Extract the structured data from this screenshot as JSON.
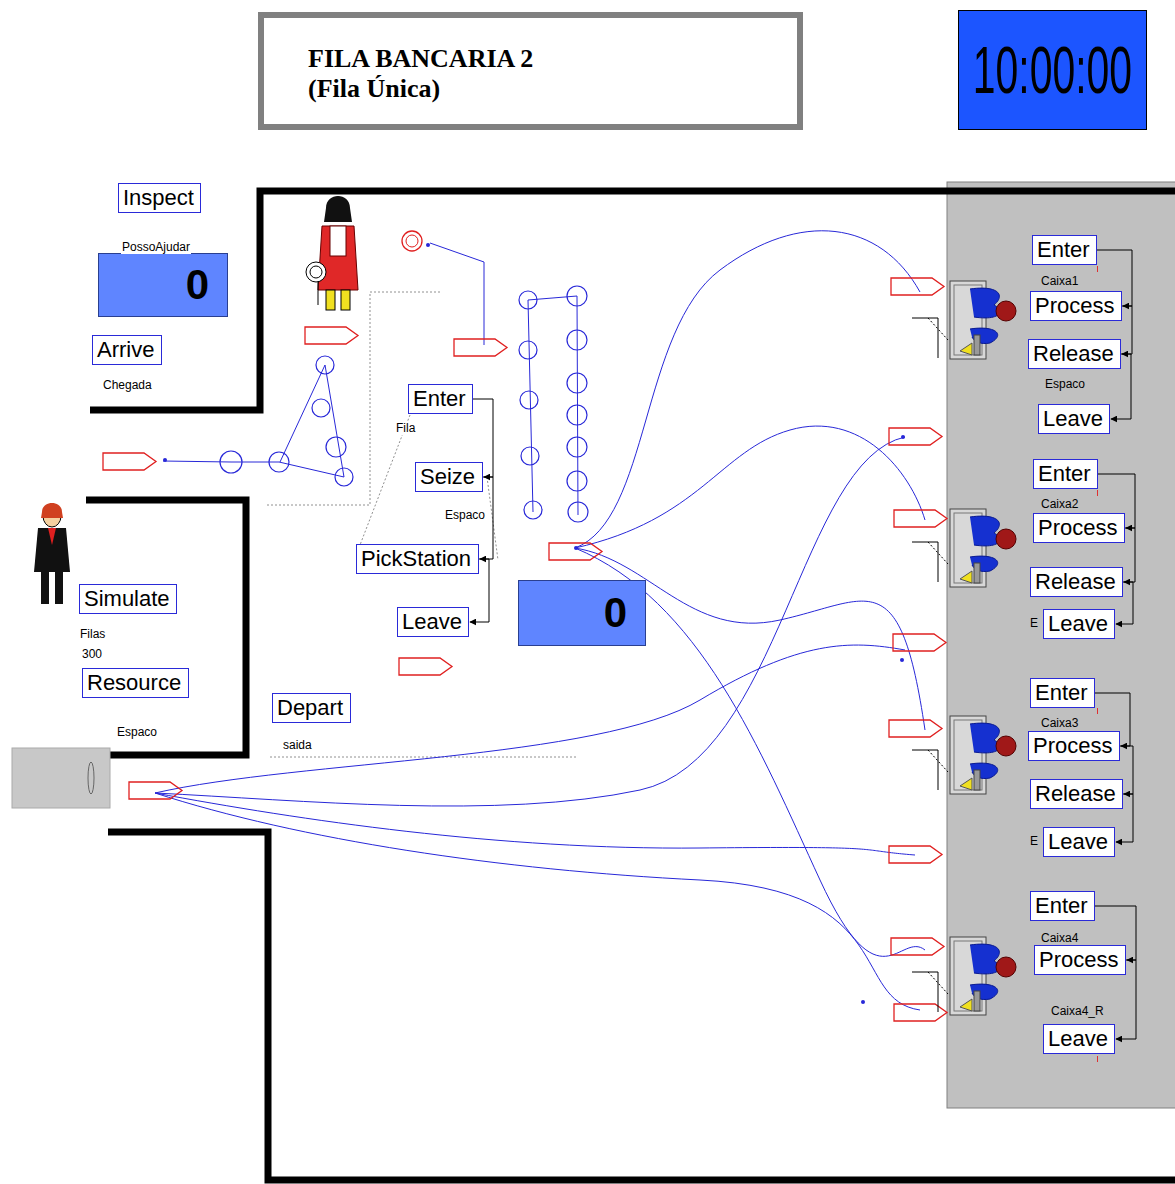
{
  "diagram": {
    "title": "FILA BANCARIA 2 (Fila Única)",
    "nodes": [
      {
        "text": [
          "10:00:00"
        ]
      },
      {
        "text": [
          "Inspect"
        ]
      },
      {
        "text": [
          "0"
        ]
      },
      {
        "text": [
          "Arrive"
        ]
      },
      {
        "text": [
          "Enter"
        ]
      },
      {
        "text": [
          "Seize"
        ]
      },
      {
        "text": [
          "PickStation"
        ]
      },
      {
        "text": [
          "0"
        ]
      },
      {
        "text": [
          "Leave"
        ]
      },
      {
        "text": [
          "Simulate"
        ]
      },
      {
        "text": [
          "Resource"
        ]
      },
      {
        "text": [
          "Depart"
        ]
      },
      {
        "text": [
          "Enter"
        ]
      },
      {
        "text": [
          "Process"
        ]
      },
      {
        "text": [
          "Release"
        ]
      },
      {
        "text": [
          "Leave"
        ]
      },
      {
        "text": [
          "Enter"
        ]
      },
      {
        "text": [
          "Process"
        ]
      },
      {
        "text": [
          "Release"
        ]
      },
      {
        "text": [
          "Leave"
        ]
      },
      {
        "text": [
          "Enter"
        ]
      },
      {
        "text": [
          "Process"
        ]
      },
      {
        "text": [
          "Release"
        ]
      },
      {
        "text": [
          "Leave"
        ]
      },
      {
        "text": [
          "Enter"
        ]
      },
      {
        "text": [
          "Process"
        ]
      },
      {
        "text": [
          "Leave"
        ]
      }
    ],
    "edges": [
      {
        "from": 4,
        "to": 5,
        "arrow": "to"
      },
      {
        "from": 5,
        "to": 6,
        "arrow": "to"
      },
      {
        "from": 6,
        "to": 8,
        "arrow": "to"
      },
      {
        "from": 12,
        "to": 13,
        "arrow": "to"
      },
      {
        "from": 13,
        "to": 14,
        "arrow": "to"
      },
      {
        "from": 14,
        "to": 15,
        "arrow": "to"
      },
      {
        "from": 16,
        "to": 17,
        "arrow": "to"
      },
      {
        "from": 17,
        "to": 18,
        "arrow": "to"
      },
      {
        "from": 18,
        "to": 19,
        "arrow": "to"
      },
      {
        "from": 20,
        "to": 21,
        "arrow": "to"
      },
      {
        "from": 21,
        "to": 22,
        "arrow": "to"
      },
      {
        "from": 22,
        "to": 23,
        "arrow": "to"
      },
      {
        "from": 24,
        "to": 25,
        "arrow": "to"
      },
      {
        "from": 25,
        "to": 26,
        "arrow": "to"
      }
    ],
    "labels": [
      "PossoAjudar",
      "Chegada",
      "Fila",
      "Espaco",
      "Filas",
      "300",
      "Espaco",
      "saida",
      "Caixa1",
      "Espaco",
      "Caixa2",
      "E",
      "Caixa3",
      "E",
      "Caixa4",
      "Caixa4_R"
    ]
  }
}
